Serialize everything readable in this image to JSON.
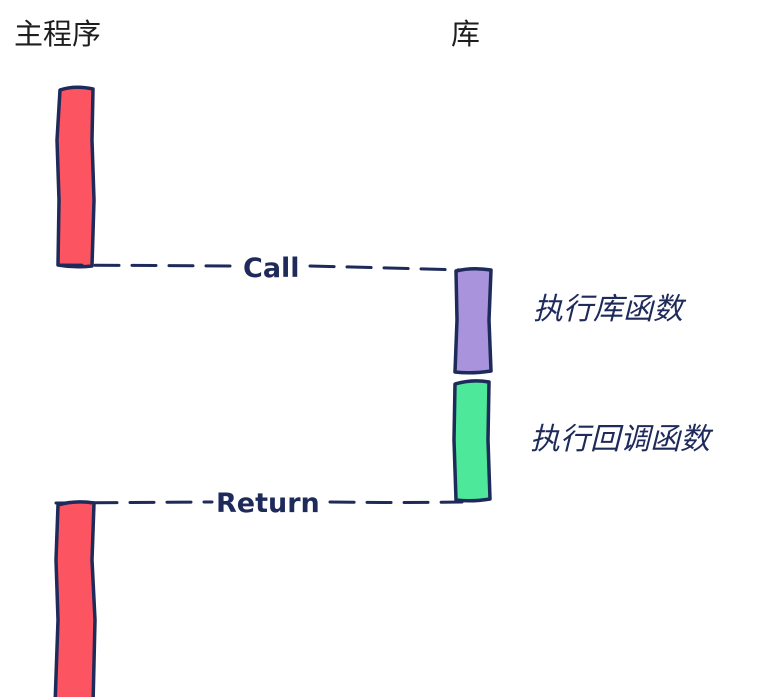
{
  "lanes": {
    "main_title": "主程序",
    "library_title": "库"
  },
  "messages": {
    "call_label": "Call",
    "return_label": "Return"
  },
  "notes": {
    "execute_library": "执行库函数",
    "execute_callback": "执行回调函数"
  },
  "colors": {
    "main_bar": "#fd5461",
    "library_bar": "#a993dd",
    "callback_bar": "#4de89a",
    "stroke": "#1e2a5a"
  }
}
